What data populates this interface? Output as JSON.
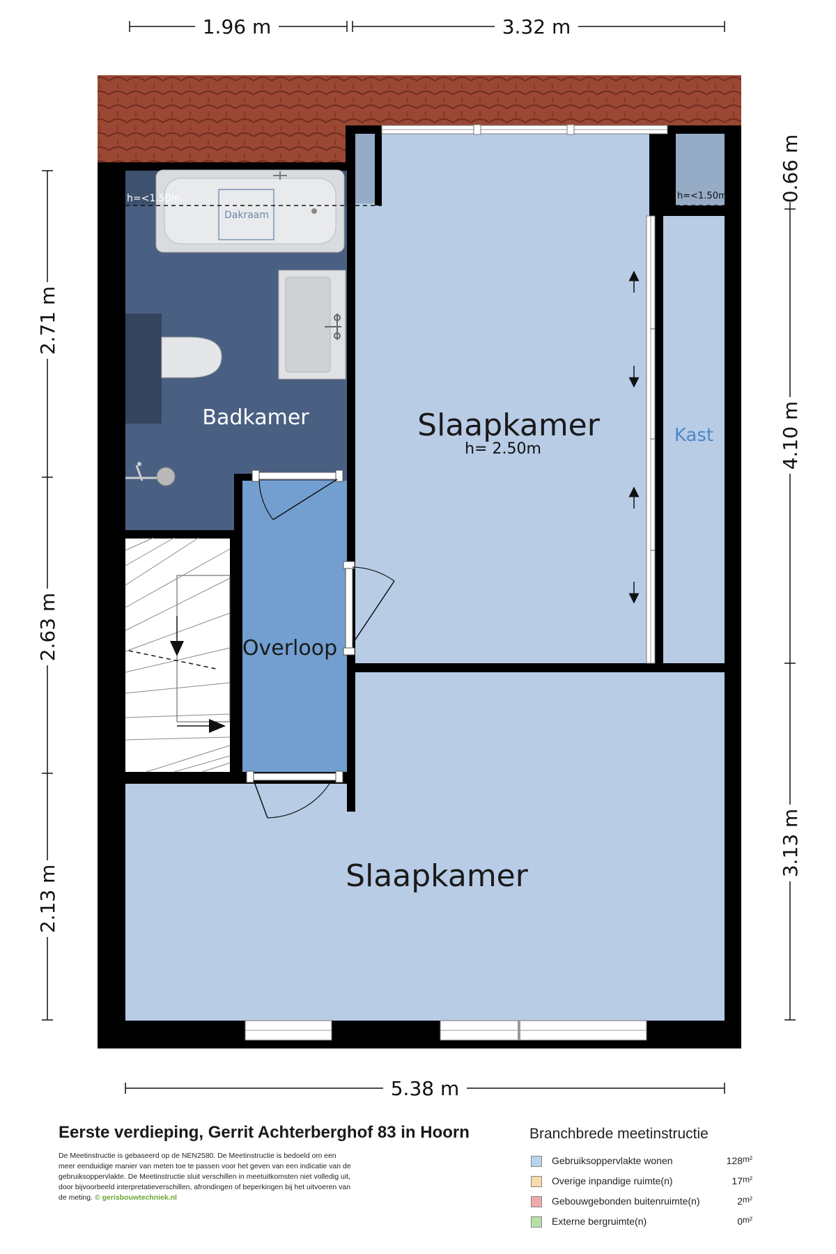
{
  "dimensions": {
    "top_left": "1.96 m",
    "top_right": "3.32 m",
    "bottom": "5.38 m",
    "left": [
      "2.71 m",
      "2.63 m",
      "2.13 m"
    ],
    "right": [
      "0.66 m",
      "4.10 m",
      "3.13 m"
    ]
  },
  "rooms": {
    "badkamer": "Badkamer",
    "slaapkamer_top": "Slaapkamer",
    "slaapkamer_top_height": "h= 2.50m",
    "kast": "Kast",
    "overloop": "Overloop",
    "slaapkamer_bottom": "Slaapkamer",
    "dakraam": "Dakraam",
    "low_height_left": "h=<1.50m",
    "low_height_right": "h=<1.50m"
  },
  "footer": {
    "title": "Eerste verdieping, Gerrit Achterberghof 83 in Hoorn",
    "description": "De Meetinstructie is gebaseerd op de NEN2580. De Meetinstructie is bedoeld om een meer eenduidige manier van meten toe te passen voor het geven van een indicatie van de gebruiksoppervlakte. De Meetinstructie sluit verschillen in meetuitkomsten niet volledig uit, door bijvoorbeeld interpretatieverschillen, afrondingen of beperkingen bij het uitvoeren van de meting.",
    "website": "© gerisbouwtechniek.nl"
  },
  "legend": {
    "title": "Branchbrede meetinstructie",
    "unit": "m²",
    "items": [
      {
        "label": "Gebruiksoppervlakte wonen",
        "value": "128",
        "color": "#b9d2ee"
      },
      {
        "label": "Overige inpandige ruimte(n)",
        "value": "17",
        "color": "#f6dcaa"
      },
      {
        "label": "Gebouwgebonden buitenruimte(n)",
        "value": "2",
        "color": "#f2a9a9"
      },
      {
        "label": "Externe bergruimte(n)",
        "value": "0",
        "color": "#b6e0a8"
      }
    ]
  },
  "colors": {
    "living": "#b8cce6",
    "bathroom": "#4a6083",
    "landing": "#729fd0",
    "wall": "#000000",
    "roof": "#9a4733"
  }
}
